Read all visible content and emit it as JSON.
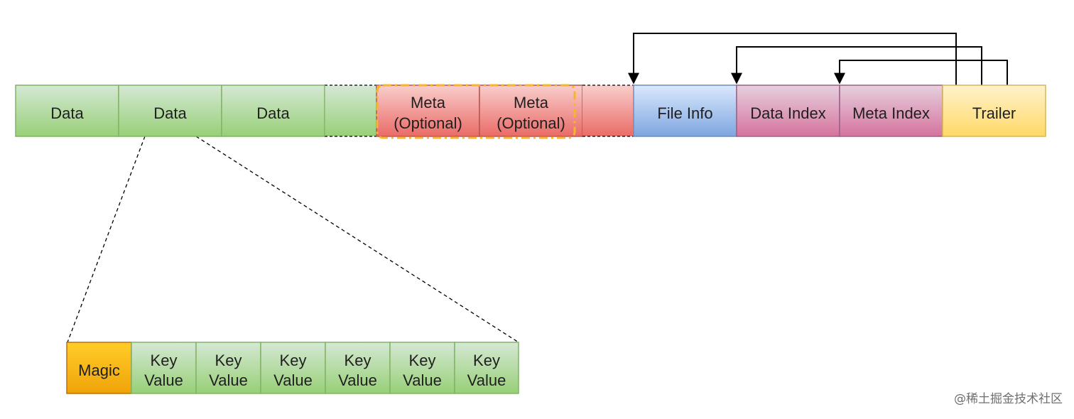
{
  "top_row": {
    "blocks": [
      {
        "id": "data-1",
        "lines": [
          "Data"
        ],
        "kind": "data"
      },
      {
        "id": "data-2",
        "lines": [
          "Data"
        ],
        "kind": "data"
      },
      {
        "id": "data-3",
        "lines": [
          "Data"
        ],
        "kind": "data"
      },
      {
        "id": "data-4",
        "lines": [],
        "kind": "data-faded"
      },
      {
        "id": "meta-1",
        "lines": [
          "Meta",
          "(Optional)"
        ],
        "kind": "meta"
      },
      {
        "id": "meta-2",
        "lines": [
          "Meta",
          "(Optional)"
        ],
        "kind": "meta"
      },
      {
        "id": "meta-3",
        "lines": [],
        "kind": "meta-faded"
      },
      {
        "id": "file-info",
        "lines": [
          "File Info"
        ],
        "kind": "fileinfo"
      },
      {
        "id": "data-index",
        "lines": [
          "Data Index"
        ],
        "kind": "index"
      },
      {
        "id": "meta-index",
        "lines": [
          "Meta Index"
        ],
        "kind": "index"
      },
      {
        "id": "trailer",
        "lines": [
          "Trailer"
        ],
        "kind": "trailer"
      }
    ]
  },
  "bottom_row": {
    "blocks": [
      {
        "id": "magic",
        "lines": [
          "Magic"
        ],
        "kind": "magic"
      },
      {
        "id": "kv-1",
        "lines": [
          "Key",
          "Value"
        ],
        "kind": "data"
      },
      {
        "id": "kv-2",
        "lines": [
          "Key",
          "Value"
        ],
        "kind": "data"
      },
      {
        "id": "kv-3",
        "lines": [
          "Key",
          "Value"
        ],
        "kind": "data"
      },
      {
        "id": "kv-4",
        "lines": [
          "Key",
          "Value"
        ],
        "kind": "data"
      },
      {
        "id": "kv-5",
        "lines": [
          "Key",
          "Value"
        ],
        "kind": "data"
      },
      {
        "id": "kv-6",
        "lines": [
          "Key",
          "Value"
        ],
        "kind": "data"
      }
    ]
  },
  "arrows": [
    {
      "from": "trailer",
      "to": "file-info"
    },
    {
      "from": "trailer",
      "to": "data-index"
    },
    {
      "from": "trailer",
      "to": "meta-index"
    }
  ],
  "watermark": "@稀土掘金技术社区",
  "colors": {
    "data_fill": "#d5e8d4",
    "data_stroke": "#82b366",
    "meta_fill": "#f8cecc",
    "meta_stroke": "#b85450",
    "fileinfo_fill": "#dae8fc",
    "fileinfo_stroke": "#6c8ebf",
    "index_fill": "#e6d0de",
    "index_stroke": "#996185",
    "trailer_fill": "#fff2cc",
    "trailer_stroke": "#d6b656",
    "magic_fill": "#f0a30a",
    "magic_stroke": "#bd7000",
    "highlight_stroke": "#f5b52e"
  }
}
